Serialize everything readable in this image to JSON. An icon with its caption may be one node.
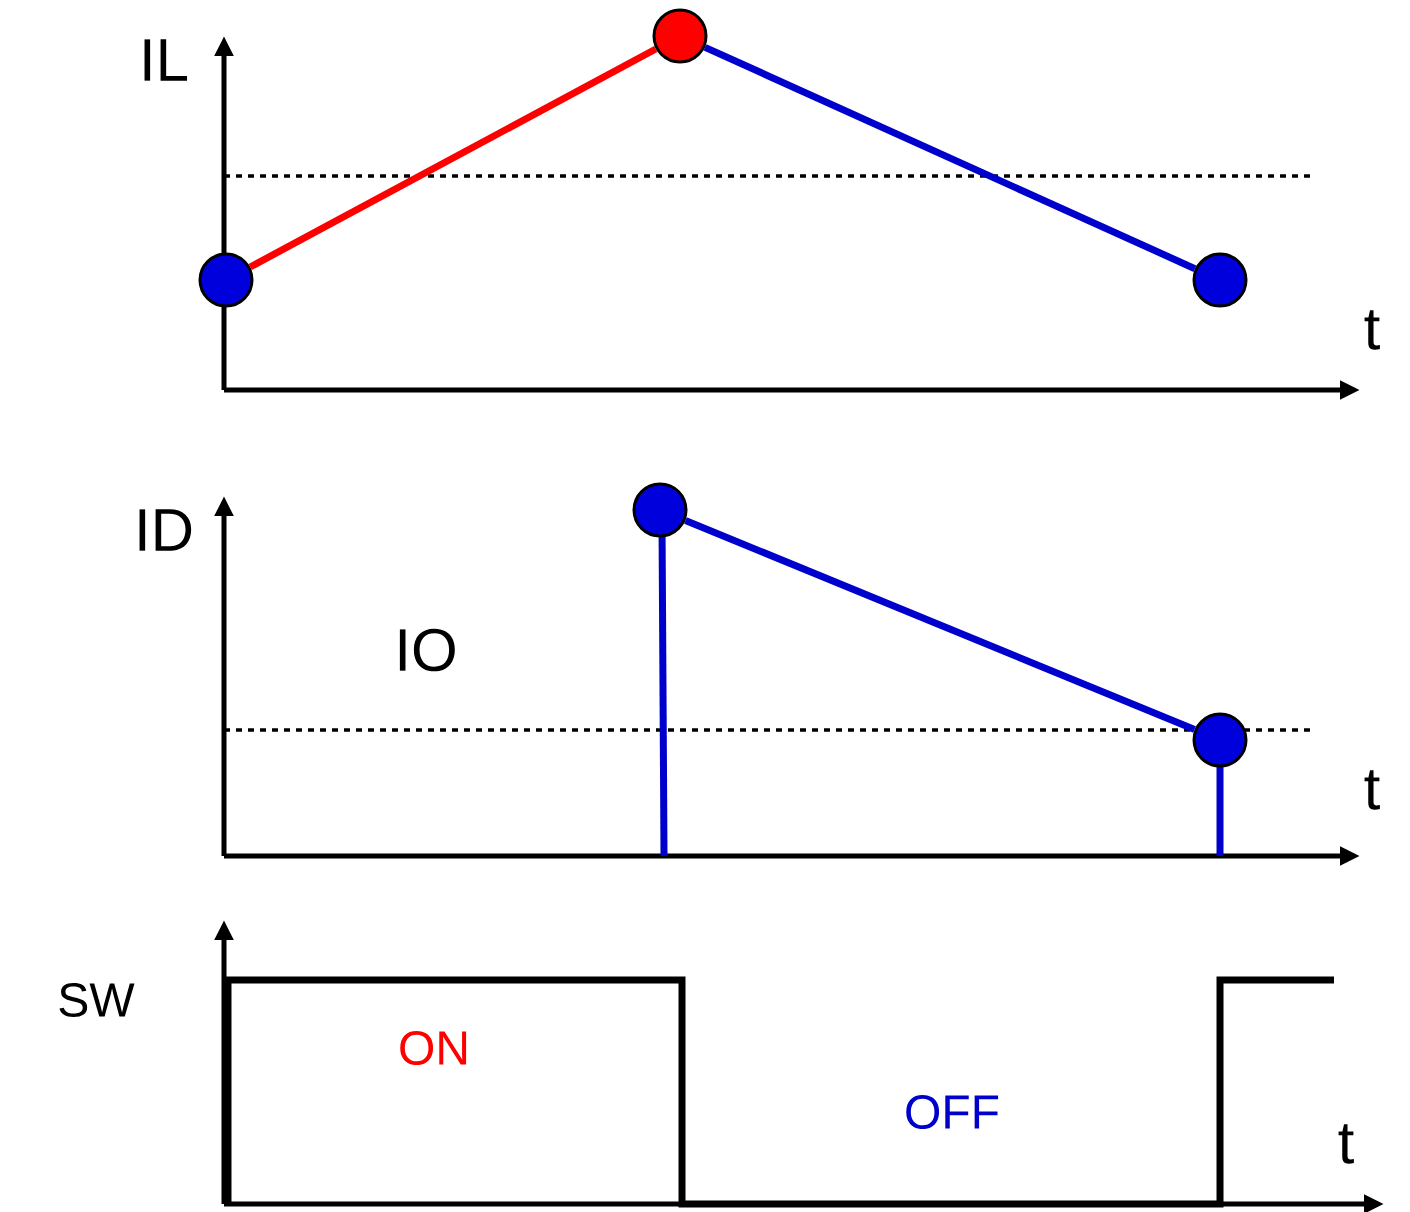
{
  "diagram": {
    "nodes": [
      {
        "text": [],
        "shape": "circle"
      },
      {
        "text": [],
        "shape": "circle"
      },
      {
        "text": [],
        "shape": "circle"
      },
      {
        "text": [],
        "shape": "circle"
      },
      {
        "text": [],
        "shape": "circle"
      }
    ],
    "edges": [
      {
        "from": 0,
        "to": 1,
        "arrow": "none",
        "color": "#ff0000"
      },
      {
        "from": 1,
        "to": 2,
        "arrow": "none"
      },
      {
        "from": 3,
        "to": 4,
        "arrow": "none"
      }
    ],
    "labels": [
      "IL",
      "t",
      "ID",
      "IO",
      "t",
      "SW",
      "ON",
      "OFF",
      "t"
    ]
  }
}
